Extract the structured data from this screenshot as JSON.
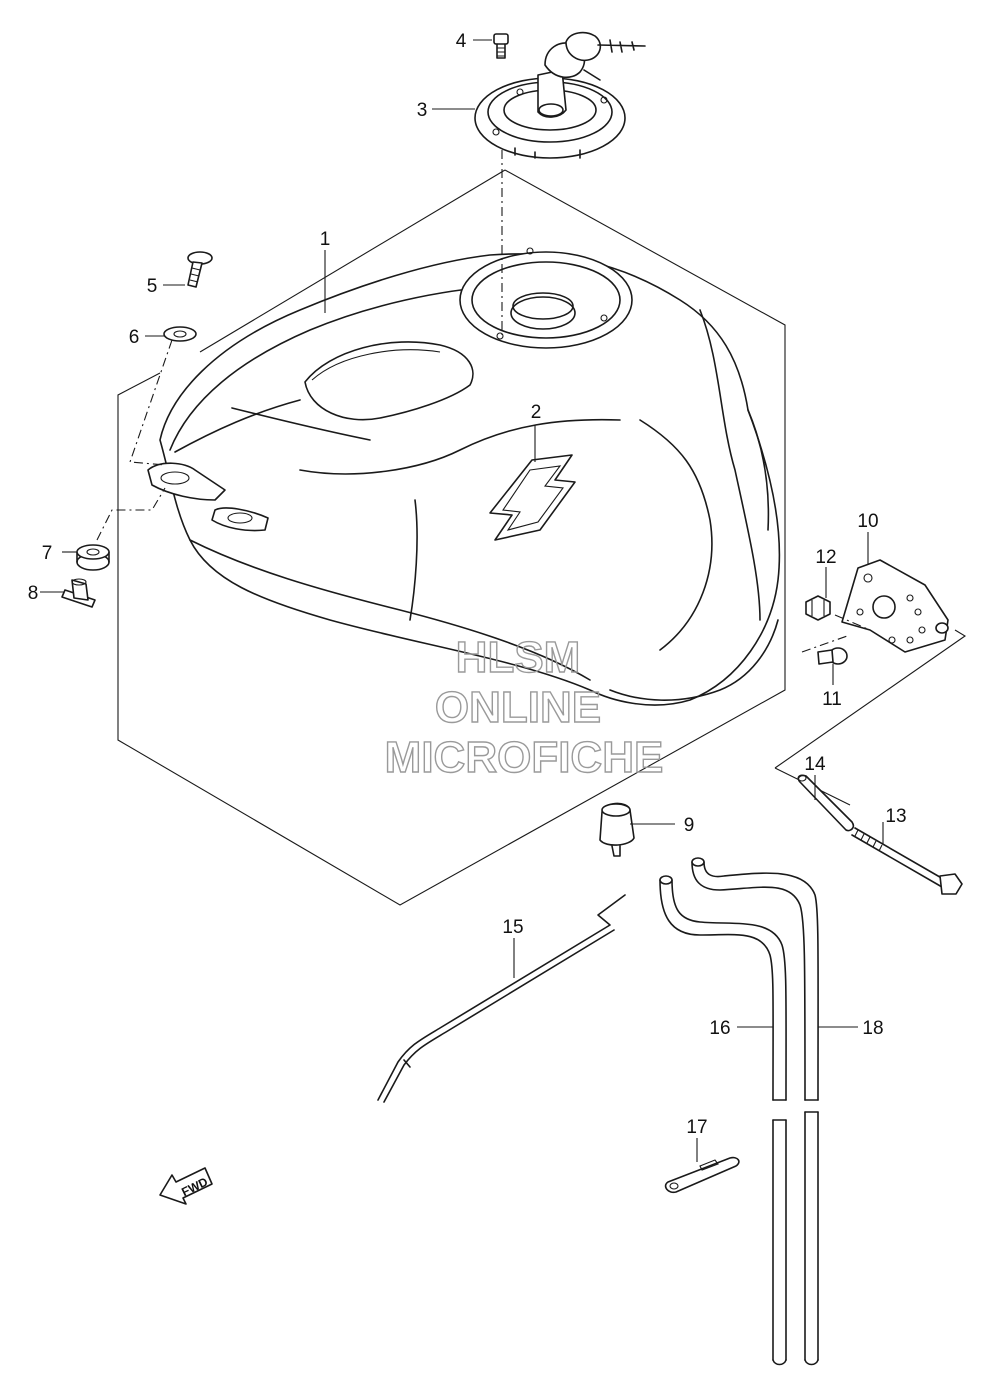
{
  "watermark": {
    "line1": "HLSM",
    "line2": "ONLINE",
    "line3": "MICROFICHE",
    "color": "#9a9a9a"
  },
  "direction_arrow": {
    "label": "FWD"
  },
  "parts": [
    {
      "id": "part-1",
      "number": "1"
    },
    {
      "id": "part-2",
      "number": "2"
    },
    {
      "id": "part-3",
      "number": "3"
    },
    {
      "id": "part-4",
      "number": "4"
    },
    {
      "id": "part-5",
      "number": "5"
    },
    {
      "id": "part-6",
      "number": "6"
    },
    {
      "id": "part-7",
      "number": "7"
    },
    {
      "id": "part-8",
      "number": "8"
    },
    {
      "id": "part-9",
      "number": "9"
    },
    {
      "id": "part-10",
      "number": "10"
    },
    {
      "id": "part-11",
      "number": "11"
    },
    {
      "id": "part-12",
      "number": "12"
    },
    {
      "id": "part-13",
      "number": "13"
    },
    {
      "id": "part-14",
      "number": "14"
    },
    {
      "id": "part-15",
      "number": "15"
    },
    {
      "id": "part-16",
      "number": "16"
    },
    {
      "id": "part-17",
      "number": "17"
    },
    {
      "id": "part-18",
      "number": "18"
    }
  ]
}
